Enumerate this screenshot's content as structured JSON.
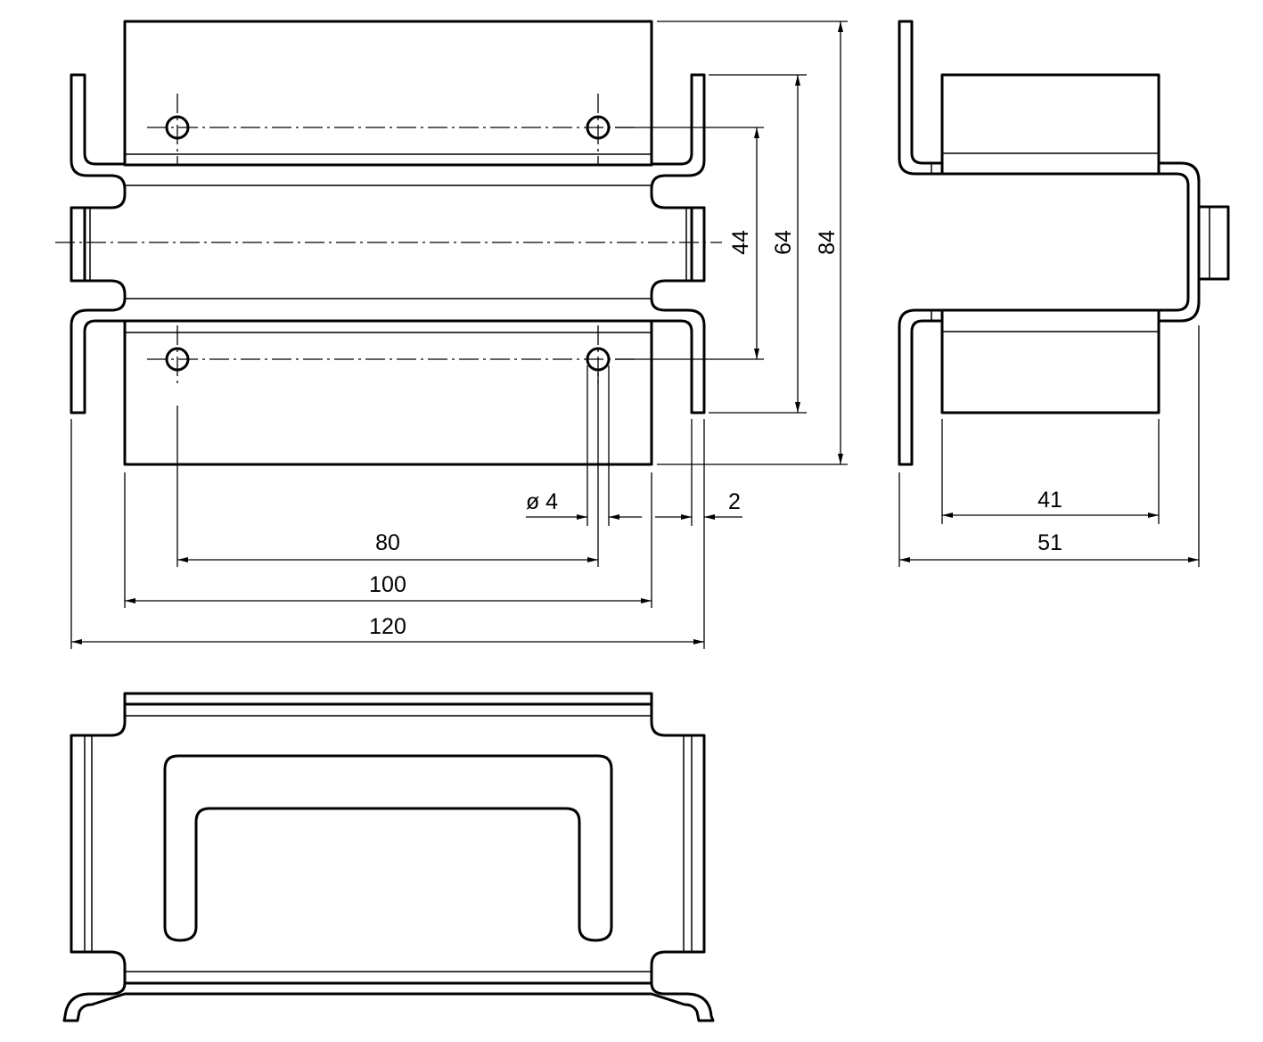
{
  "drawing": {
    "line_color": "#000000",
    "background": "#ffffff",
    "front_view": {
      "dim_44": "44",
      "dim_64": "64",
      "dim_84": "84",
      "dim_80": "80",
      "dim_100": "100",
      "dim_120": "120",
      "dim_hole": "ø 4",
      "dim_thickness": "2"
    },
    "side_view": {
      "dim_41": "41",
      "dim_51": "51"
    }
  }
}
